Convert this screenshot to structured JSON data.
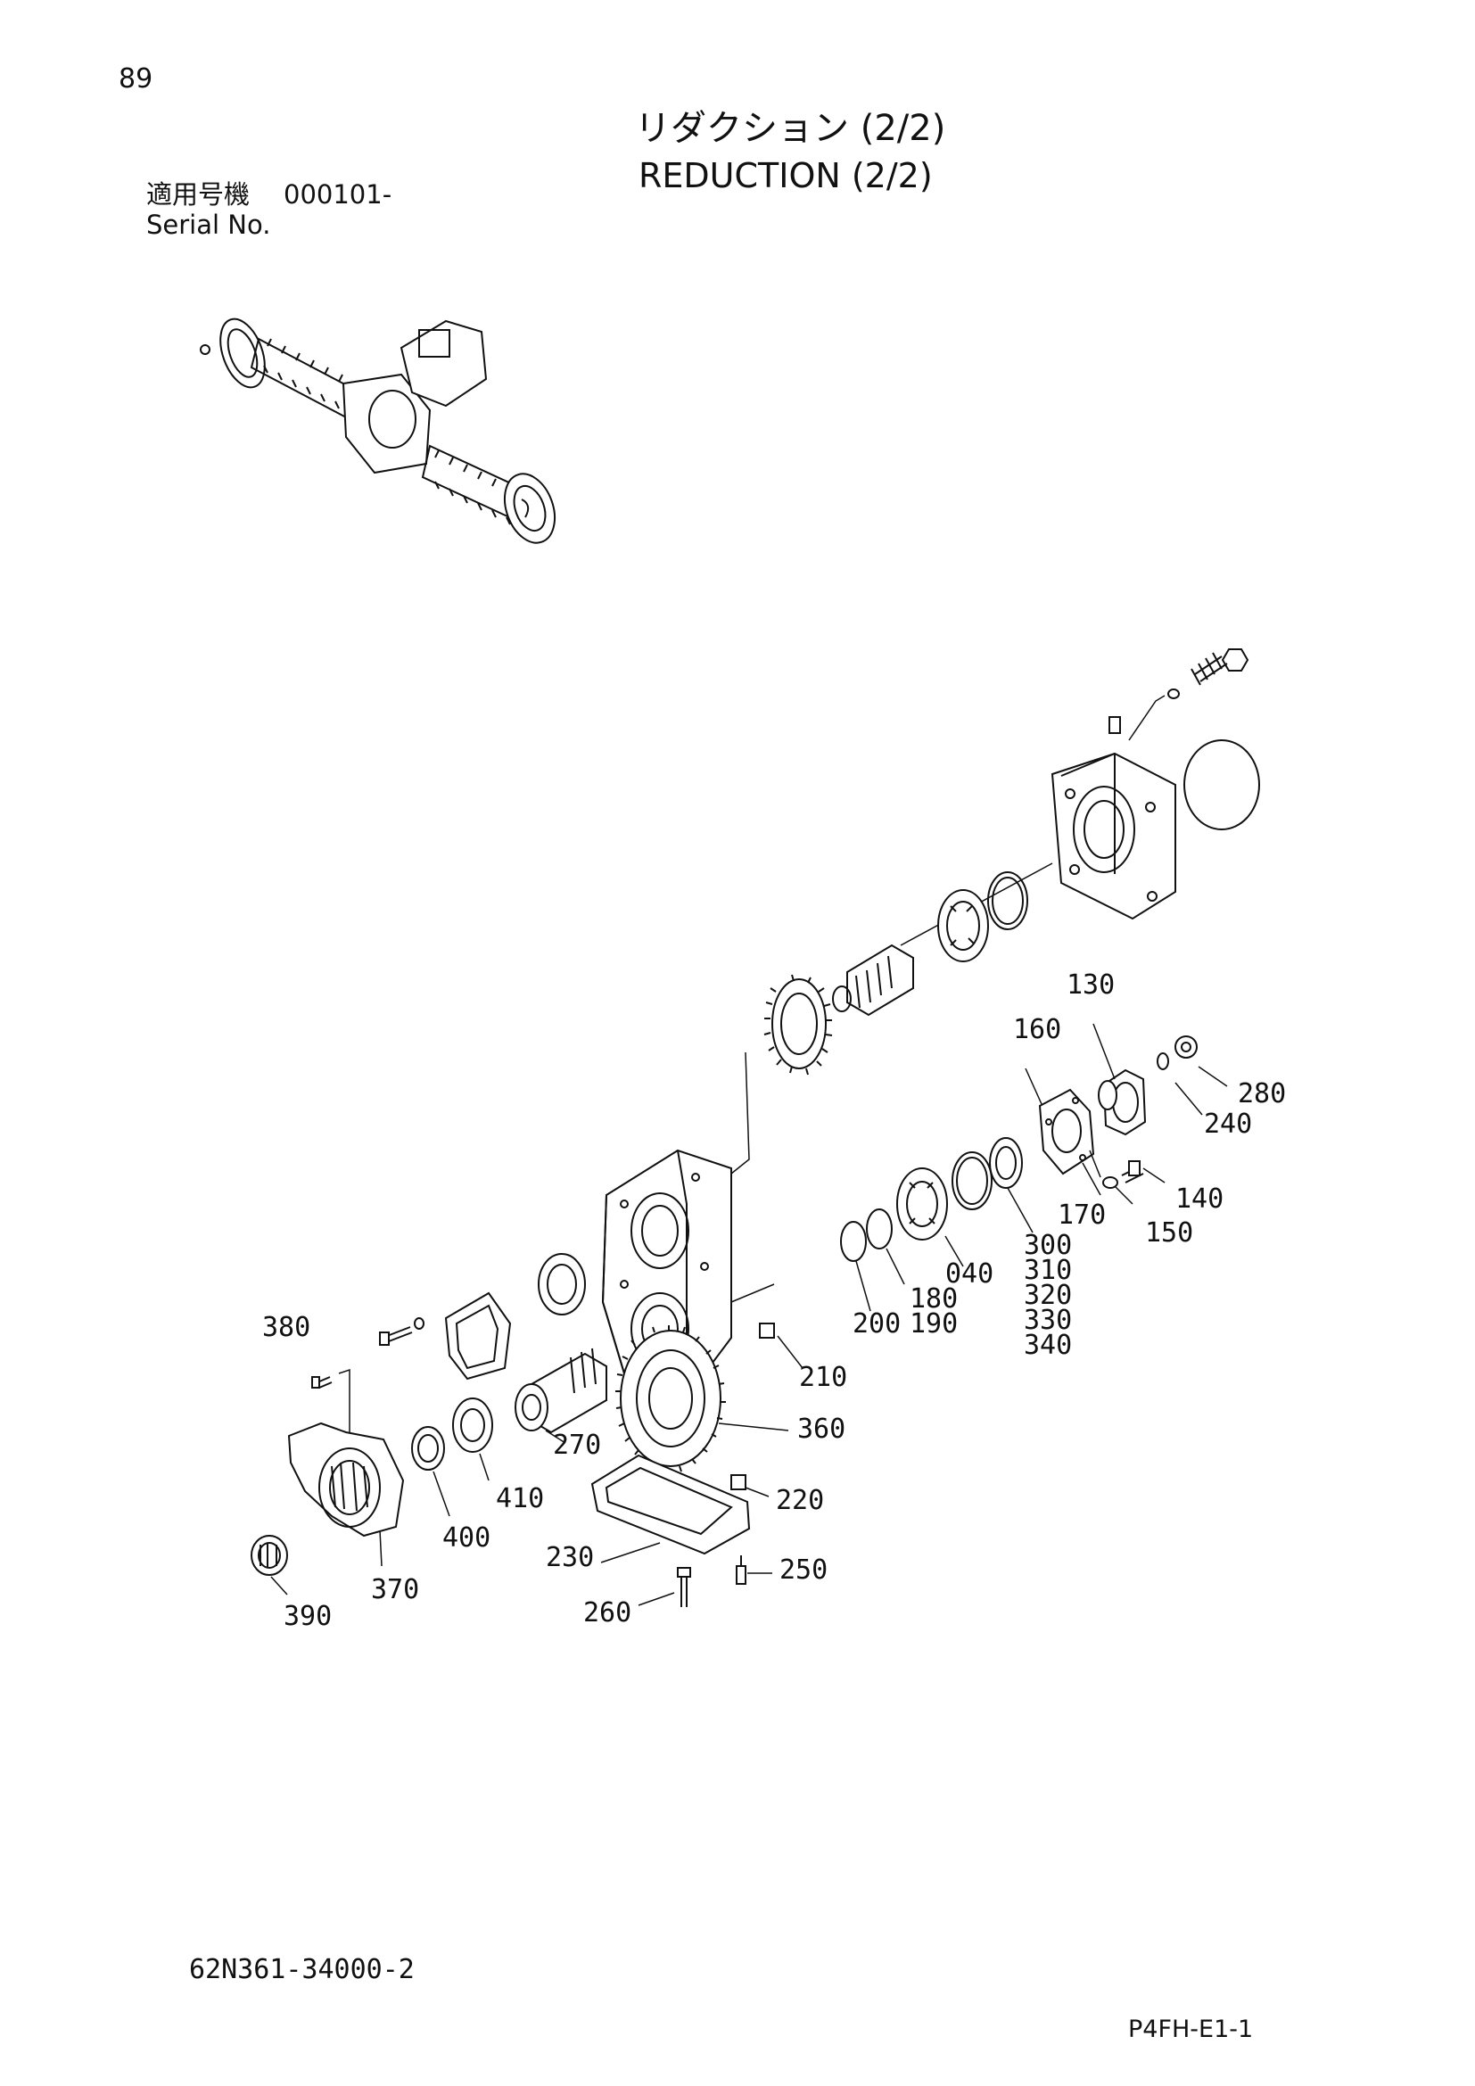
{
  "header": {
    "page_number": "89",
    "title_jp": "リダクション (2/2)",
    "title_en": "REDUCTION (2/2)",
    "serial_label_jp": "適用号機",
    "serial_value": "000101-",
    "serial_label_en": "Serial No."
  },
  "footer": {
    "drawing_number": "62N361-34000-2",
    "page_code": "P4FH-E1-1"
  },
  "callouts": {
    "p040": "040",
    "p130": "130",
    "p140": "140",
    "p150": "150",
    "p160": "160",
    "p170": "170",
    "p180": "180",
    "p190": "190",
    "p200": "200",
    "p210": "210",
    "p220": "220",
    "p230": "230",
    "p240": "240",
    "p250": "250",
    "p260": "260",
    "p270": "270",
    "p280": "280",
    "p300": "300",
    "p310": "310",
    "p320": "320",
    "p330": "330",
    "p340": "340",
    "p360": "360",
    "p370": "370",
    "p380": "380",
    "p390": "390",
    "p400": "400",
    "p410": "410"
  }
}
